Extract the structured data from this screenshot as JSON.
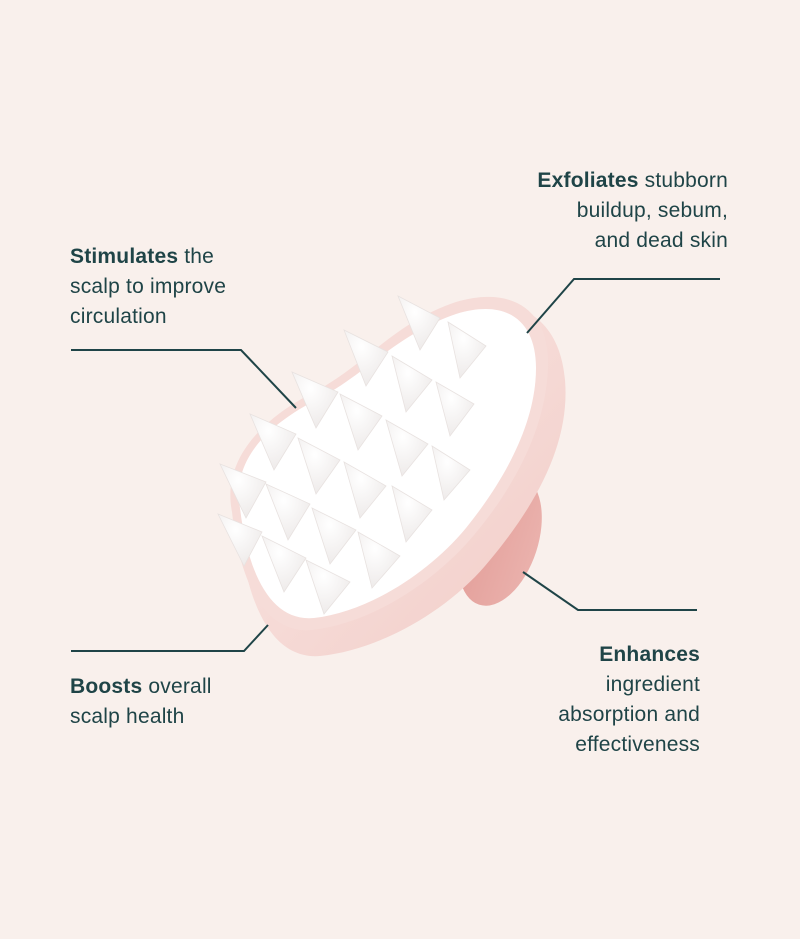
{
  "background_color": "#f9f0ec",
  "text_color": "#1f4447",
  "line_color": "#1f4447",
  "product": {
    "name": "scalp-massager-brush",
    "body_color": "#f5d9d5",
    "bristle_color": "#ffffff",
    "handle_color": "#e6a29e"
  },
  "callouts": {
    "exfoliates": {
      "bold": "Exfoliates",
      "line1_rest": " stubborn",
      "line2": "buildup, sebum,",
      "line3": "and dead skin"
    },
    "stimulates": {
      "bold": "Stimulates",
      "line1_rest": " the",
      "line2": "scalp to improve",
      "line3": "circulation"
    },
    "boosts": {
      "bold": "Boosts",
      "line1_rest": " overall",
      "line2": "scalp health"
    },
    "enhances": {
      "bold": "Enhances",
      "line2": "ingredient",
      "line3": "absorption and",
      "line4": "effectiveness"
    }
  }
}
